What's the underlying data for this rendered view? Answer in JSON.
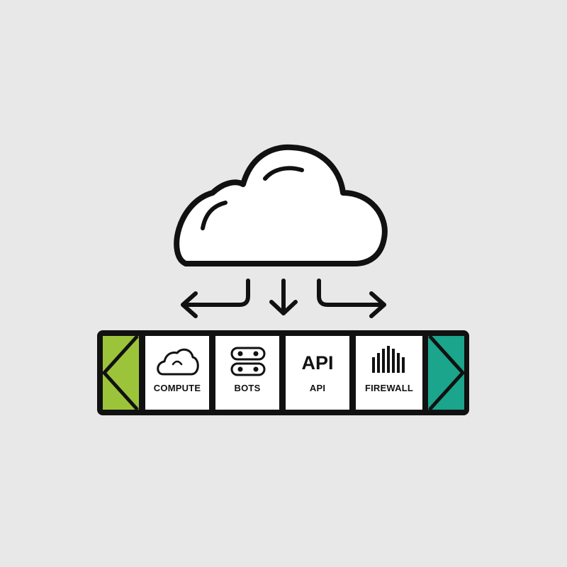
{
  "tiles": [
    {
      "label": "COMPUTE",
      "icon": "cloud-icon"
    },
    {
      "label": "BOTS",
      "icon": "server-stack-icon"
    },
    {
      "label": "API",
      "icon_text": "API"
    },
    {
      "label": "FIREWALL",
      "icon": "bar-chart-icon"
    }
  ],
  "colors": {
    "background": "#e9e8e8",
    "outline": "#111111",
    "left_end": "#9cc43a",
    "right_end": "#1aa58c",
    "tile_fill": "#ffffff"
  }
}
